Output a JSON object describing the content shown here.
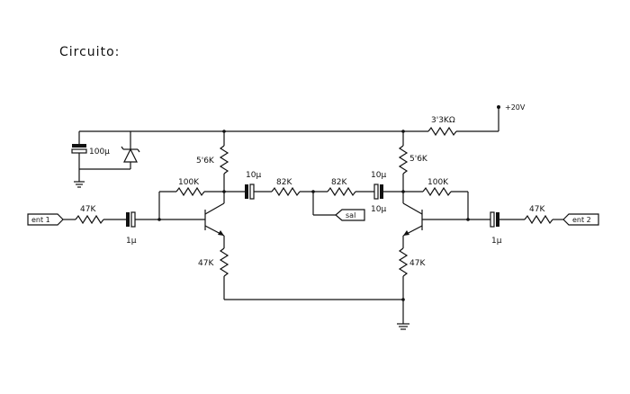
{
  "title": "Circuito:",
  "supply": "+20V",
  "labels": {
    "r_supply": "3'3KΩ",
    "c_supply": "100μ",
    "r_col_left": "5'6K",
    "r_col_right": "5'6K",
    "r_fb_left": "100K",
    "r_fb_right": "100K",
    "c_coup_left": "10μ",
    "c_coup_right_top": "10μ",
    "c_coup_right_bottom": "10μ",
    "r_mid_left": "82K",
    "r_mid_right": "82K",
    "r_in_left": "47K",
    "r_in_right": "47K",
    "c_in_left": "1μ",
    "c_in_right": "1μ",
    "r_em_left": "47K",
    "r_em_right": "47K"
  },
  "ports": {
    "in1": "ent 1",
    "in2": "ent 2",
    "out": "sal"
  }
}
